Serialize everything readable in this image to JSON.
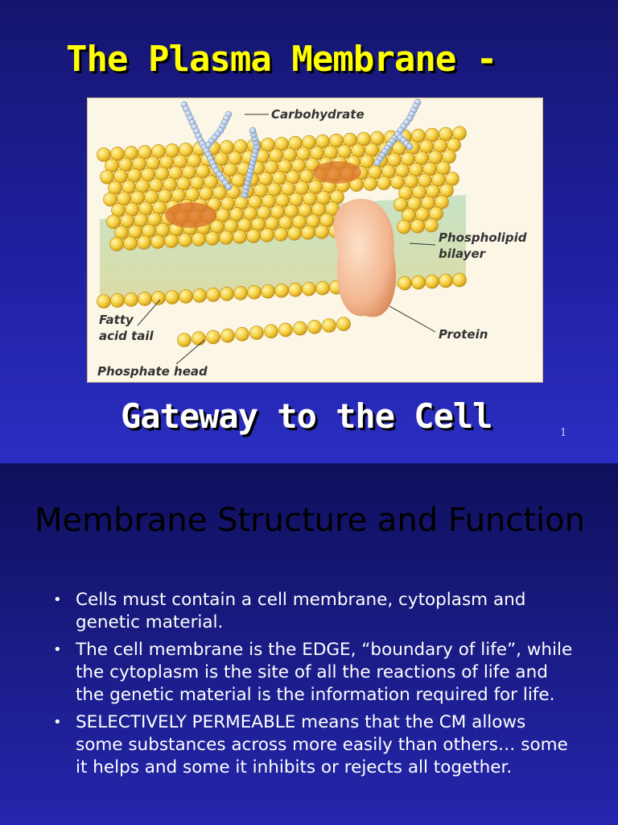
{
  "slide1": {
    "title": "The Plasma Membrane -",
    "subtitle": "Gateway to the Cell",
    "page_number": "1",
    "figure_labels": {
      "carbohydrate": "Carbohydrate",
      "phospholipid_line1": "Phospholipid",
      "phospholipid_line2": "bilayer",
      "fatty_line1": "Fatty",
      "fatty_line2": "acid tail",
      "protein": "Protein",
      "phosphate_head": "Phosphate head"
    }
  },
  "slide2": {
    "title": "Membrane Structure and Function",
    "bullets": [
      "Cells must contain a cell membrane, cytoplasm and genetic material.",
      "The cell membrane is the EDGE, “boundary of life”, while the cytoplasm is the site of all the reactions of life and the genetic material is the information required for life.",
      "SELECTIVELY PERMEABLE means that the CM allows some substances across more easily than others… some it helps and some it inhibits or rejects all together."
    ]
  },
  "colors": {
    "title_yellow": "#ffff00",
    "slide_blue": "#2426ad",
    "phospholipid_head": "#f4cc3a",
    "protein": "#f2b58f"
  }
}
